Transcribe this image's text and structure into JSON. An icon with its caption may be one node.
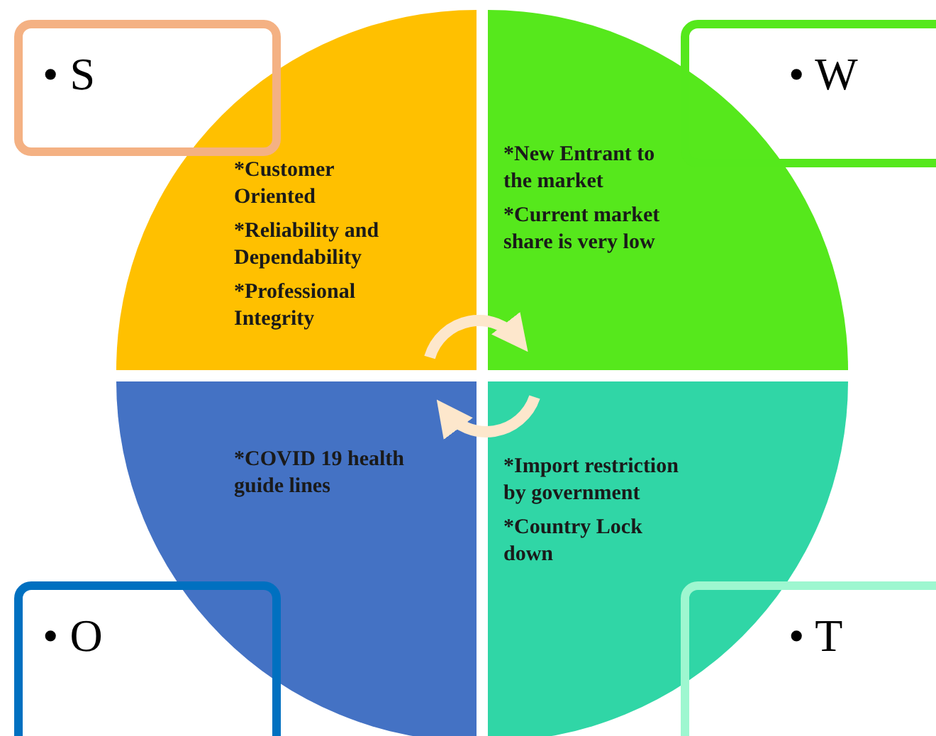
{
  "diagram": {
    "nodes": [
      {
        "text": [
          "• S"
        ]
      },
      {
        "text": [
          "• W"
        ]
      },
      {
        "text": [
          "*Customer Oriented",
          "*Reliability and Dependability",
          "*Professional Integrity"
        ]
      },
      {
        "text": [
          "*New Entrant to the market",
          "*Current market share is very low"
        ]
      },
      {
        "text": [
          "*COVID 19 health guide lines"
        ]
      },
      {
        "text": [
          "*Import restriction by government",
          "*Country Lock down"
        ]
      },
      {
        "text": [
          "• O"
        ]
      },
      {
        "text": [
          "• T"
        ]
      }
    ],
    "edges": [
      {
        "from": 2,
        "to": 3,
        "arrow": "to"
      },
      {
        "from": 5,
        "to": 4,
        "arrow": "to"
      }
    ]
  }
}
